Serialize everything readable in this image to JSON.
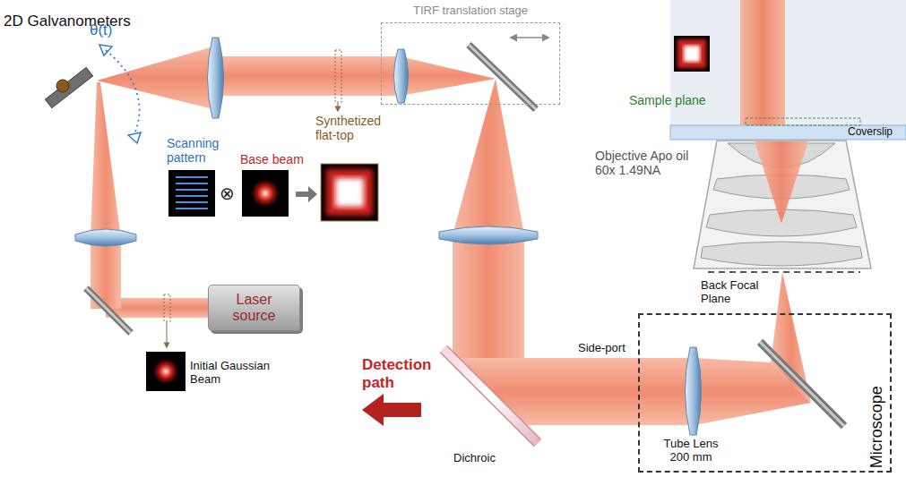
{
  "diagram": {
    "nodes": [
      {
        "text": [
          "TIRF translation stage"
        ]
      },
      {
        "text": [
          "Laser source"
        ]
      },
      {
        "text": [
          "Microscope"
        ]
      }
    ],
    "labels": [
      "2D Galvanometers",
      "θ(t)",
      "Scanning pattern",
      "Base beam",
      "Synthetized flat-top",
      "⊗",
      "Initial Gaussian Beam",
      "Sample plane",
      "Coverslip",
      "Objective Apo oil 60x 1.49NA",
      "Back Focal Plane",
      "Detection path",
      "Side-port",
      "Dichroic",
      "Tube Lens 200 mm"
    ]
  }
}
